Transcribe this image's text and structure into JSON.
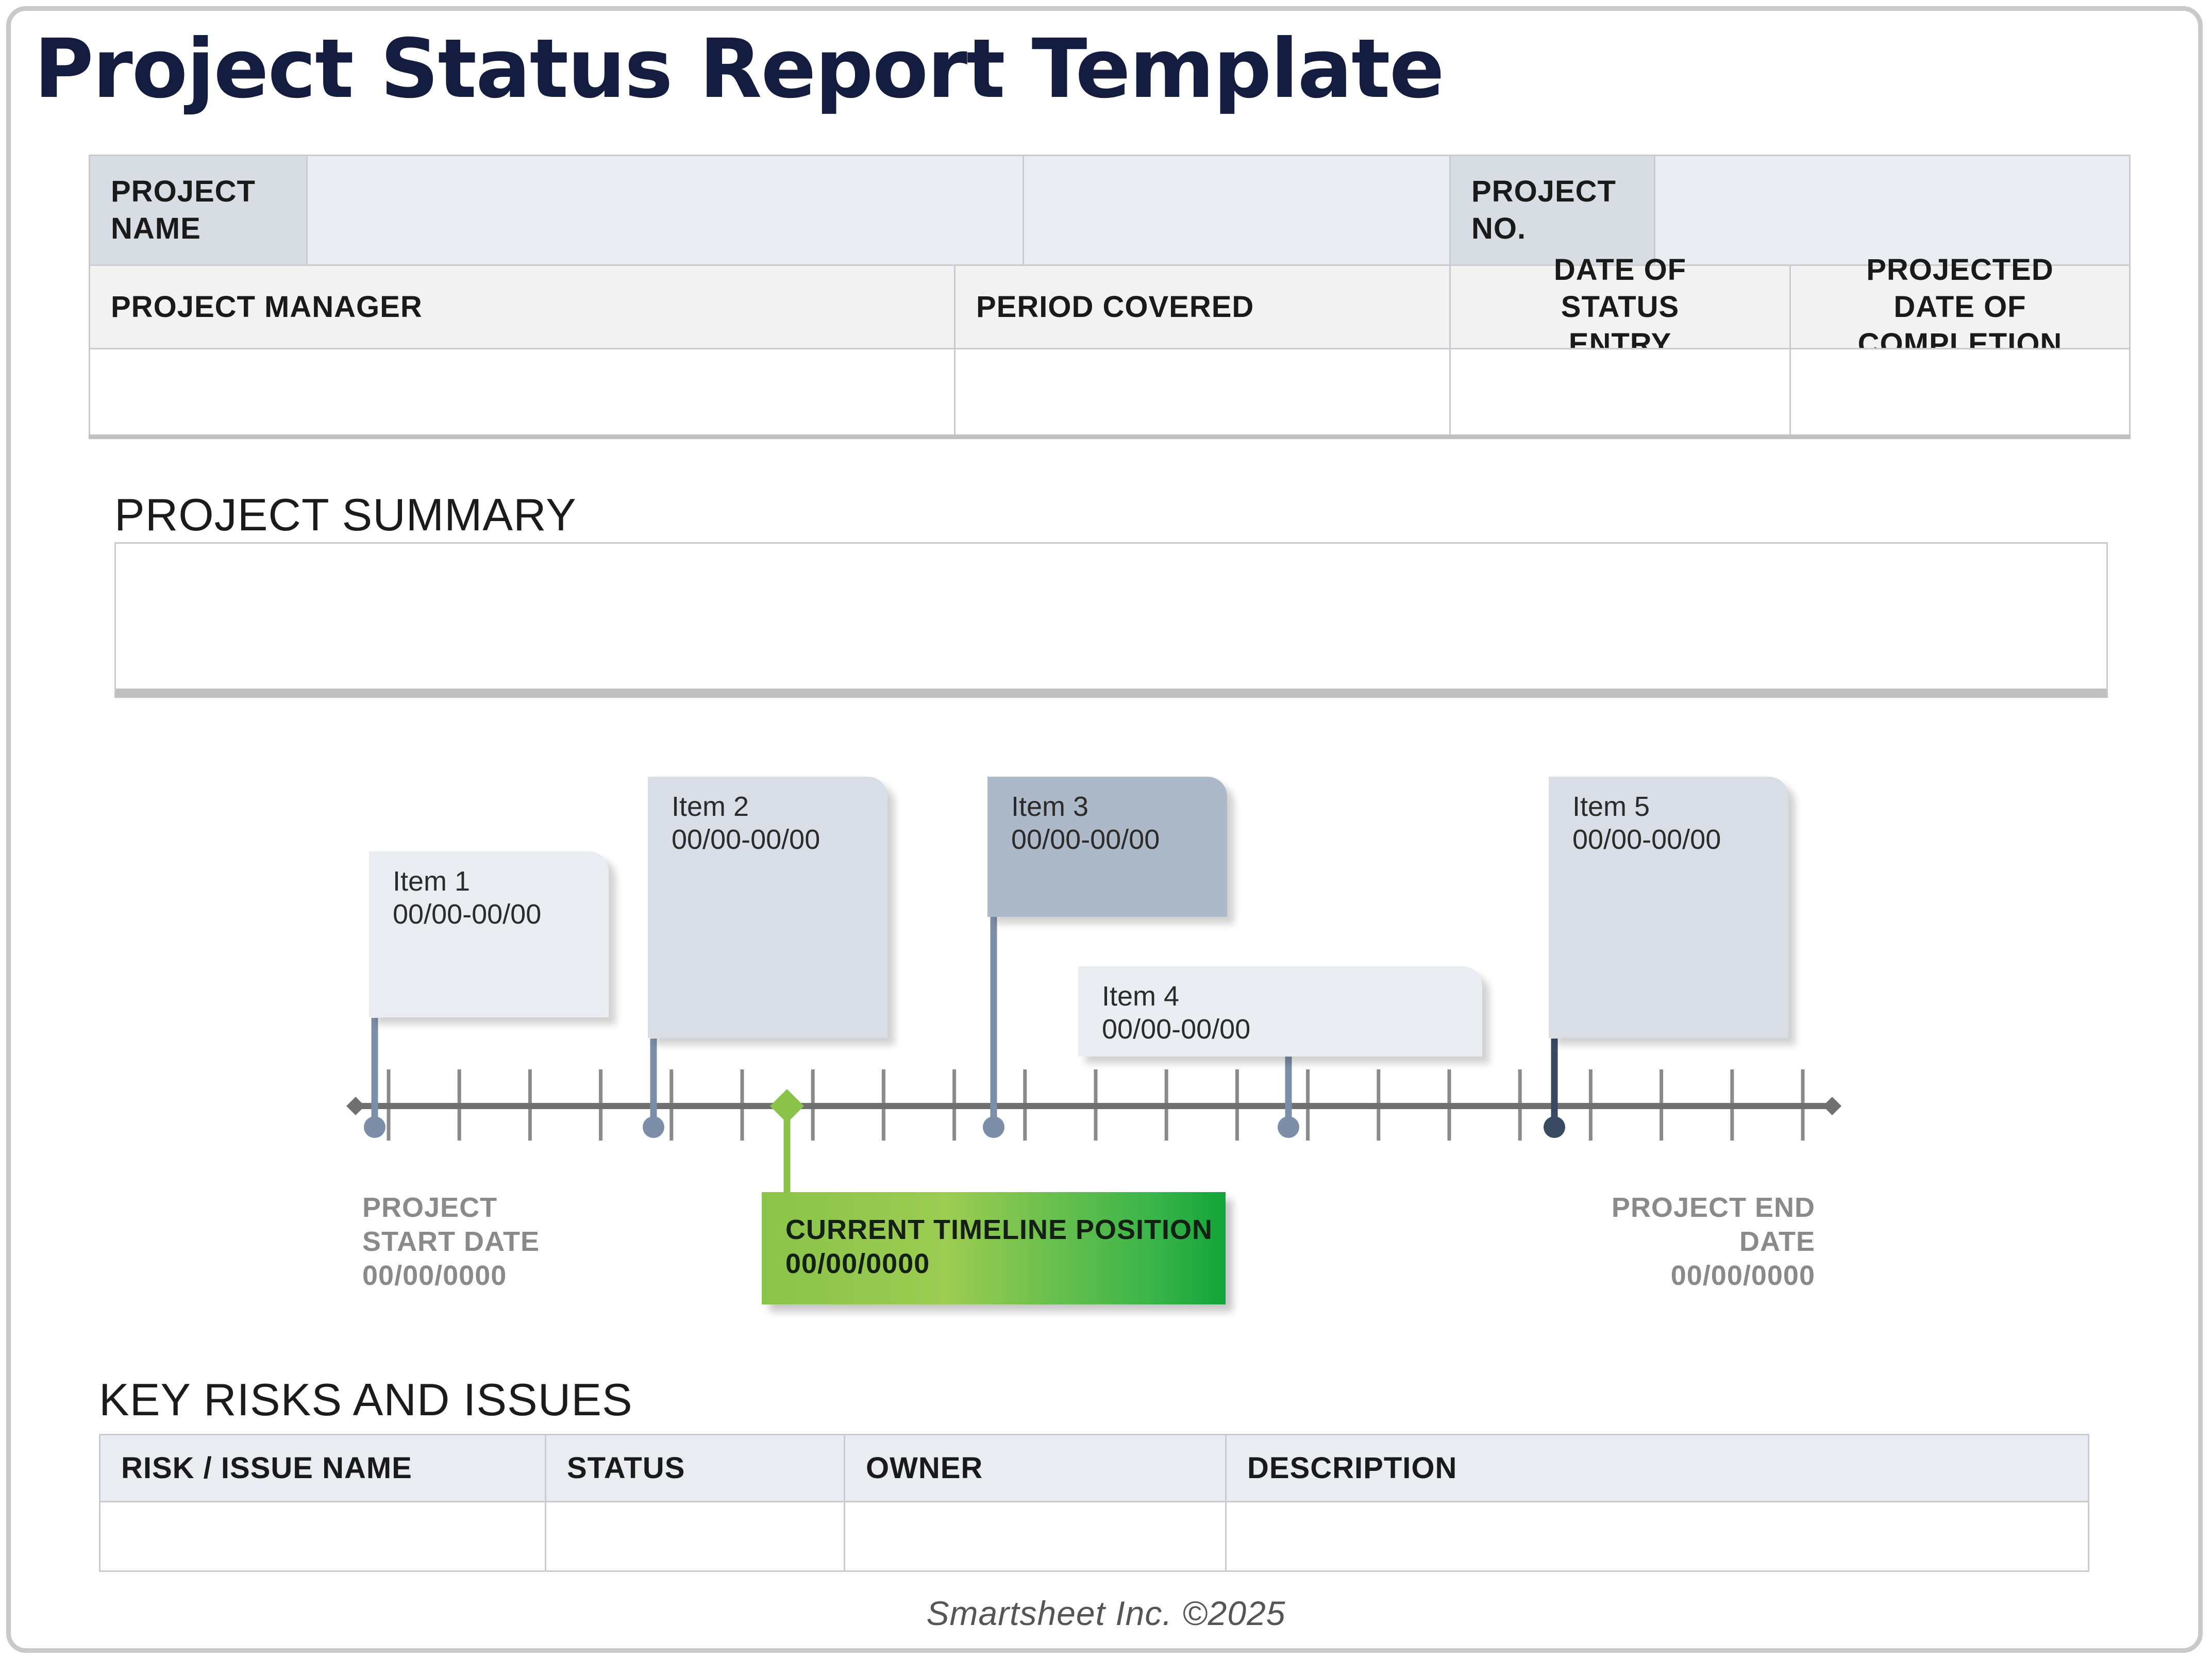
{
  "title": "Project Status Report Template",
  "info": {
    "project_name_label": "PROJECT NAME",
    "project_no_label": "PROJECT NO.",
    "project_manager_label": "PROJECT MANAGER",
    "period_covered_label": "PERIOD COVERED",
    "date_status_entry_label": "DATE OF STATUS ENTRY",
    "projected_completion_label": "PROJECTED DATE OF COMPLETION",
    "project_name_value": "",
    "project_no_value": "",
    "project_manager_value": "",
    "period_covered_value": "",
    "date_status_entry_value": "",
    "projected_completion_value": ""
  },
  "summary": {
    "heading": "PROJECT SUMMARY",
    "text": ""
  },
  "timeline": {
    "items": [
      {
        "name": "Item 1",
        "range": "00/00-00/00",
        "color": "#e9ecf0"
      },
      {
        "name": "Item 2",
        "range": "00/00-00/00",
        "color": "#d8dde6"
      },
      {
        "name": "Item 3",
        "range": "00/00-00/00",
        "color": "#adb8c9"
      },
      {
        "name": "Item 4",
        "range": "00/00-00/00",
        "color": "#e9ecf0"
      },
      {
        "name": "Item 5",
        "range": "00/00-00/00",
        "color": "#d8dde6"
      }
    ],
    "start_label_line1": "PROJECT",
    "start_label_line2": "START DATE",
    "start_date": "00/00/0000",
    "end_label_line1": "PROJECT END",
    "end_label_line2": "DATE",
    "end_date": "00/00/0000",
    "current_label": "CURRENT TIMELINE POSITION",
    "current_date": "00/00/0000",
    "axis_color": "#707070",
    "current_color": "#8bc34a"
  },
  "risks": {
    "heading": "KEY RISKS AND ISSUES",
    "columns": [
      "RISK / ISSUE NAME",
      "STATUS",
      "OWNER",
      "DESCRIPTION"
    ],
    "rows": [
      [
        "",
        "",
        "",
        ""
      ]
    ]
  },
  "footer": "Smartsheet Inc. ©2025"
}
